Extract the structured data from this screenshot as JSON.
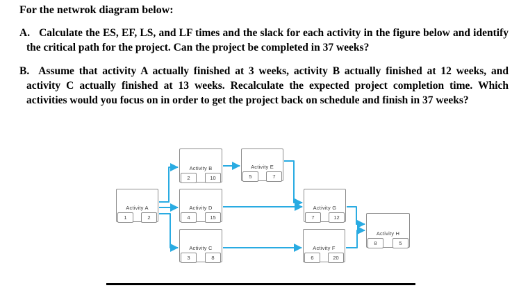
{
  "document": {
    "title": "For the netwrok diagram below:",
    "paragraphs": [
      {
        "marker": "A.",
        "text": "Calculate the ES, EF, LS, and LF times and the slack for each activity in the figure below and identify the critical path for the project. Can the project be completed in 37 weeks?"
      },
      {
        "marker": "B.",
        "text": "Assume that activity A actually finished at 3 weeks, activity B actually finished at 12 weeks, and activity C actually finished at 13 weeks. Recalculate the expected project completion time. Which activities would you focus on in order to get the project back on schedule and finish in 37 weeks?"
      }
    ]
  },
  "diagram": {
    "nodes": [
      {
        "id": "A",
        "label": "Activity A",
        "num_left": "1",
        "num_right": "2"
      },
      {
        "id": "B",
        "label": "Activity B",
        "num_left": "2",
        "num_right": "10"
      },
      {
        "id": "D",
        "label": "Activity D",
        "num_left": "4",
        "num_right": "15"
      },
      {
        "id": "C",
        "label": "Activity C",
        "num_left": "3",
        "num_right": "8"
      },
      {
        "id": "E",
        "label": "Activity E",
        "num_left": "5",
        "num_right": "7"
      },
      {
        "id": "G",
        "label": "Activity G",
        "num_left": "7",
        "num_right": "12"
      },
      {
        "id": "F",
        "label": "Activity F",
        "num_left": "6",
        "num_right": "20"
      },
      {
        "id": "H",
        "label": "Activity H",
        "num_left": "8",
        "num_right": "5"
      }
    ],
    "edges": [
      {
        "from": "A",
        "to": "B"
      },
      {
        "from": "A",
        "to": "D"
      },
      {
        "from": "A",
        "to": "C"
      },
      {
        "from": "B",
        "to": "E"
      },
      {
        "from": "E",
        "to": "G"
      },
      {
        "from": "D",
        "to": "G"
      },
      {
        "from": "C",
        "to": "F"
      },
      {
        "from": "G",
        "to": "H"
      },
      {
        "from": "F",
        "to": "H"
      }
    ],
    "colors": {
      "edge": "#29abe2",
      "box_border": "#8c8c8c",
      "text": "#404040"
    }
  }
}
